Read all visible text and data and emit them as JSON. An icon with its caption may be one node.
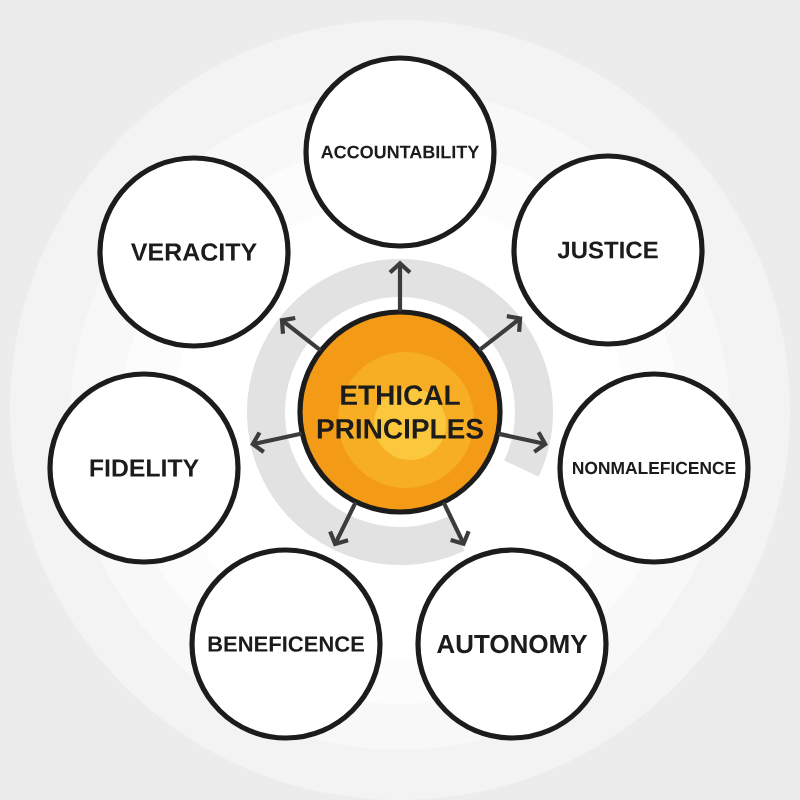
{
  "diagram": {
    "nodes": [
      {
        "text": [
          "ETHICAL PRINCIPLES"
        ]
      },
      {
        "text": [
          "ACCOUNTABILITY"
        ]
      },
      {
        "text": [
          "JUSTICE"
        ]
      },
      {
        "text": [
          "NONMALEFICENCE"
        ]
      },
      {
        "text": [
          "AUTONOMY"
        ]
      },
      {
        "text": [
          "BENEFICENCE"
        ]
      },
      {
        "text": [
          "FIDELITY"
        ]
      },
      {
        "text": [
          "VERACITY"
        ]
      }
    ],
    "edges": [
      {
        "from": 0,
        "to": 1,
        "arrow": "to"
      },
      {
        "from": 0,
        "to": 2,
        "arrow": "to"
      },
      {
        "from": 0,
        "to": 3,
        "arrow": "to"
      },
      {
        "from": 0,
        "to": 4,
        "arrow": "to"
      },
      {
        "from": 0,
        "to": 5,
        "arrow": "to"
      },
      {
        "from": 0,
        "to": 6,
        "arrow": "to"
      },
      {
        "from": 0,
        "to": 7,
        "arrow": "to"
      }
    ]
  }
}
